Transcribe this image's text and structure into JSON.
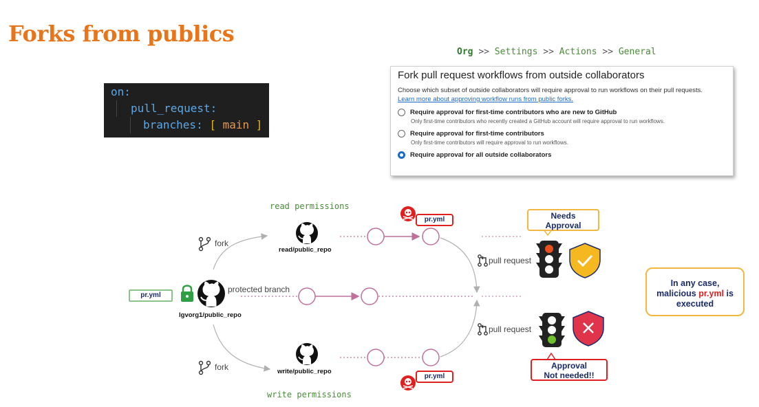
{
  "title": "Forks from publics",
  "breadcrumb": {
    "org": "Org",
    "sep": ">>",
    "settings": "Settings",
    "actions": "Actions",
    "general": "General"
  },
  "code": {
    "line1": "on:",
    "line2": "pull_request:",
    "line3_key": "branches:",
    "line3_open": "[",
    "line3_value": "main",
    "line3_close": "]"
  },
  "panel": {
    "title": "Fork pull request workflows from outside collaborators",
    "description": "Choose which subset of outside collaborators will require approval to run workflows on their pull requests.",
    "link": "Learn more about approving workflow runs from public forks.",
    "options": [
      {
        "label": "Require approval for first-time contributors who are new to GitHub",
        "sub": "Only first-time contributors who recently created a GitHub account will require approval to run workflows.",
        "selected": false
      },
      {
        "label": "Require approval for first-time contributors",
        "sub": "Only first-time contributors will require approval to run workflows.",
        "selected": false
      },
      {
        "label": "Require approval for all outside collaborators",
        "sub": "",
        "selected": true
      }
    ]
  },
  "diagram": {
    "read_permissions": "read permissions",
    "write_permissions": "write permissions",
    "fork_top": "fork",
    "fork_bottom": "fork",
    "protected_branch": "protected branch",
    "origin_repo": "lgvorg1/public_repo",
    "read_repo": "read/public_repo",
    "write_repo": "write/public_repo",
    "pr_file_left": "pr.yml",
    "pr_file_top": "pr.yml",
    "pr_file_bottom": "pr.yml",
    "pull_request_top": "pull request",
    "pull_request_bottom": "pull request",
    "needs_approval": [
      "Needs",
      "Approval"
    ],
    "approval_not_needed": [
      "Approval",
      "Not needed!!"
    ]
  },
  "note": {
    "line1": "In any case,",
    "line2_a": "malicious ",
    "line2_hl": "pr.yml",
    "line2_b": " is",
    "line3": "executed"
  },
  "colors": {
    "title": "#e8751a",
    "flow_line": "#c0709a",
    "arrow_gray": "#b0b0b0",
    "danger": "#e02020",
    "shield_ok": "#f5b820",
    "shield_bad": "#e0344a",
    "lock": "#2ea043"
  }
}
